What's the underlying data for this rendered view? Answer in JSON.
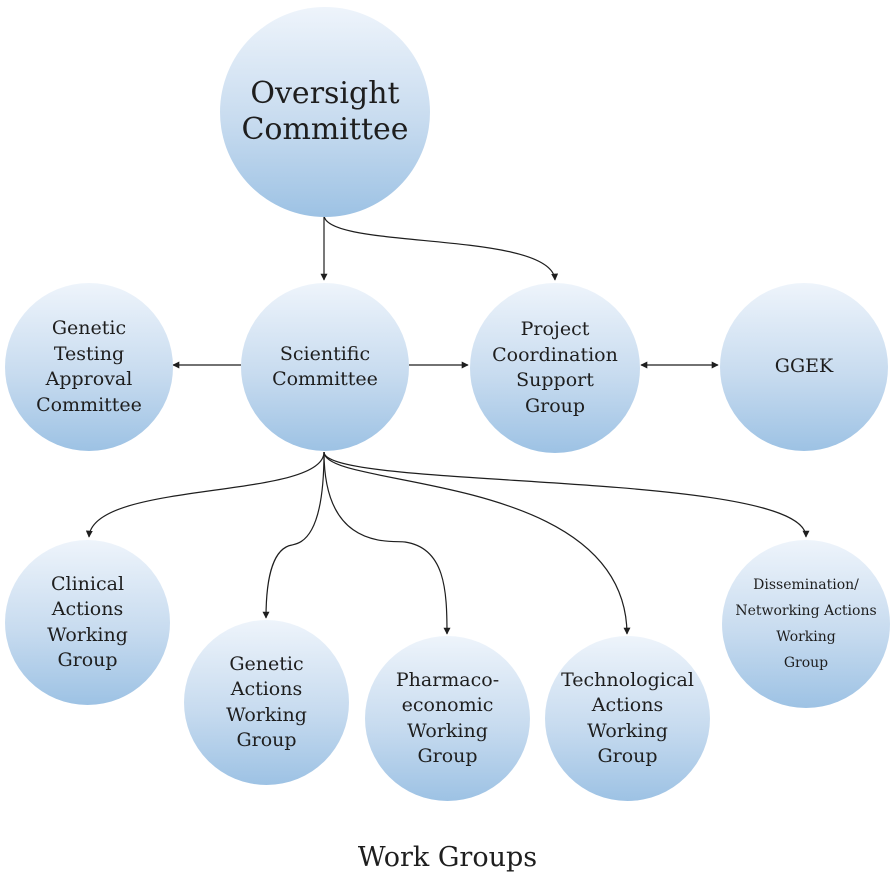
{
  "nodes": {
    "oversight": "Oversight\nCommittee",
    "genetic_testing": "Genetic\nTesting\nApproval\nCommittee",
    "scientific": "Scientific\nCommittee",
    "project_coordination": "Project\nCoordination\nSupport\nGroup",
    "ggek": "GGEK",
    "clinical": "Clinical\nActions\nWorking\nGroup",
    "genetic_actions": "Genetic\nActions\nWorking\nGroup",
    "pharmaco": "Pharmaco-\neconomic\nWorking\nGroup",
    "technological": "Technological\nActions\nWorking\nGroup",
    "dissemination": "Dissemination/\nNetworking Actions\nWorking\nGroup"
  },
  "footer": {
    "title": "Work Groups"
  },
  "colors": {
    "node_top": "#eef4fb",
    "node_bottom": "#9dc2e4",
    "connector": "#1e1e1e",
    "text": "#1e1e1e"
  }
}
